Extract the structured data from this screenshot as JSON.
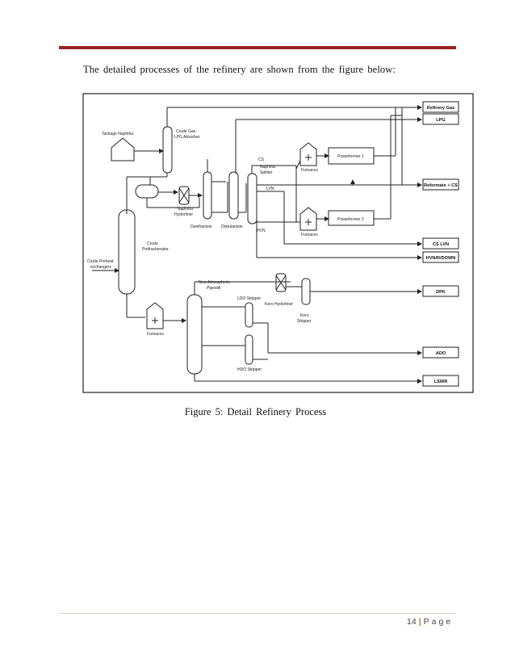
{
  "document": {
    "intro_text": "The detailed processes of the refinery are shown from the figure below:",
    "caption": "Figure 5: Detail Refinery Process",
    "page_number": "14",
    "page_separator": "|",
    "page_word": "Page"
  },
  "diagram": {
    "labels": {
      "tankage_naphtha": "Tankage Naphtha",
      "crude_gas_1": "Crude Gas",
      "crude_gas_2": "LPG Absorber",
      "crude_pref_1": "Crude",
      "crude_pref_2": "Prefractionator",
      "crude_preheat_1": "Crude Preheat",
      "crude_preheat_2": "exchangers",
      "naphtha_hydro_1": "Naphtha",
      "naphtha_hydro_2": "Hydrofiner",
      "deethanizer": "Deethanizer",
      "debutanizer": "Debutanizer",
      "cs": "CS",
      "naphtha_splitter_1": "Naphtha",
      "naphtha_splitter_2": "Splitter",
      "lvn": "LVN",
      "hvn": "HVN",
      "furnaces_top": "Furnaces",
      "furnaces_mid": "Furnaces",
      "furnaces_bottom": "Furnaces",
      "powerformer1": "Powerformer 1",
      "powerformer2": "Powerformer 2",
      "new_atm_1": "New Atmospheric",
      "new_atm_2": "Pipestill",
      "ldo_stripper": "LDO Stripper",
      "kero_hydrofiner": "Kero Hydrofiner",
      "kero_stripper_1": "Kero",
      "kero_stripper_2": "Stripper",
      "hdo_stripper": "HDO Stripper"
    },
    "products": {
      "refinery_gas": "Refinery Gas",
      "lpg": "LPG",
      "reformate": "Reformate + CS",
      "cs_lvn": "CS LVN",
      "hvn_r_down": "HVN/R/DOWN",
      "dpk": "DPK",
      "ado": "ADO",
      "lswr": "LSWR"
    }
  }
}
